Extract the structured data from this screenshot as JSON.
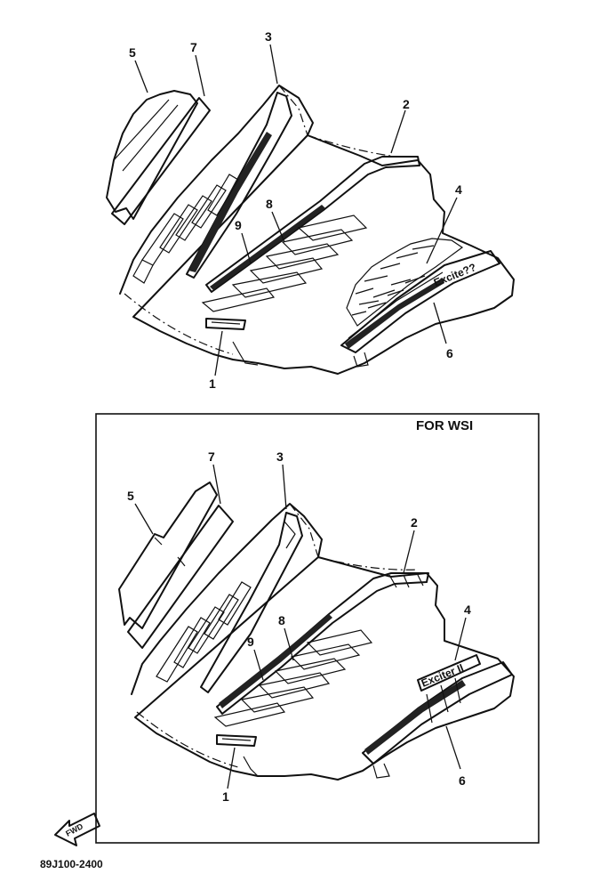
{
  "top_callouts": [
    "1",
    "2",
    "3",
    "4",
    "5",
    "6",
    "7",
    "8",
    "9"
  ],
  "bottom_callouts": [
    "1",
    "2",
    "3",
    "4",
    "5",
    "6",
    "7",
    "8",
    "9"
  ],
  "inset_title": "FOR WSI",
  "fwd_label": "FWD",
  "figure_code": "89J100-2400",
  "decal_text_top": "Excite??",
  "decal_text_bottom": "Exciter II"
}
